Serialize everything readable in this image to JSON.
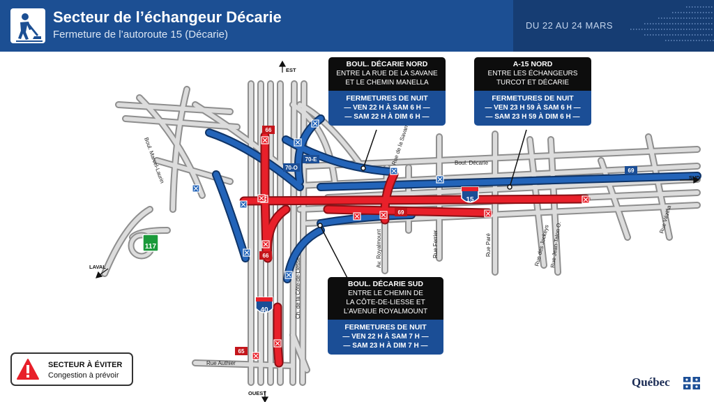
{
  "header": {
    "title": "Secteur de l’échangeur Décarie",
    "subtitle": "Fermeture de l’autoroute 15 (Décarie)",
    "date_range": "DU 22 AU 24 MARS"
  },
  "colors": {
    "header_blue": "#1c4f93",
    "closure_red": "#e8202a",
    "route_blue": "#1b4e96",
    "road_gray": "#c9c9c9"
  },
  "icons": [
    "road-worker-icon",
    "warning-triangle-icon",
    "quebec-flag-icon"
  ],
  "directions": {
    "north": "EST",
    "south": "OUEST",
    "east": "SUD",
    "west": "LAVAL"
  },
  "streets": {
    "marcel_laurin": "Boul. Marcel-Laurin",
    "decarie": "Boul. Décarie",
    "savane": "Rue de la Savane",
    "royalmount": "Av. Royalmount",
    "ferrier": "Rue Ferrier",
    "pare": "Rue Paré",
    "des_jockeys": "Rue des Jockeys",
    "jean_talon": "Rue Jean-Talon O.",
    "vezina": "Rue Vézina",
    "cote_de_liesse": "Ch. de la Côte-de-Liesse",
    "authier": "Rue Authier"
  },
  "route_shields": {
    "r117": "117",
    "a15": "15",
    "a40": "40",
    "exit_66": "66",
    "exit_69": "69",
    "exit_65": "65",
    "exit_70o": "70-O",
    "exit_70e": "70-E"
  },
  "callouts": {
    "decarie_nord": {
      "title": "BOUL. DÉCARIE NORD",
      "line1": "ENTRE LA RUE DE LA SAVANE",
      "line2": "ET LE CHEMIN MANELLA",
      "closure_title": "FERMETURES DE NUIT",
      "closure1": "— VEN 22 H À SAM 6 H —",
      "closure2": "— SAM 22 H À DIM 6 H —"
    },
    "a15_nord": {
      "title": "A-15 NORD",
      "line1": "ENTRE LES ÉCHANGEURS",
      "line2": "TURCOT ET DÉCARIE",
      "closure_title": "FERMETURES DE NUIT",
      "closure1": "— VEN 23 H 59 À SAM 6 H —",
      "closure2": "— SAM 23 H 59 À DIM 6 H —"
    },
    "decarie_sud": {
      "title": "BOUL. DÉCARIE SUD",
      "line1": "ENTRE LE CHEMIN DE",
      "line2": "LA CÔTE-DE-LIESSE ET",
      "line3": "L’AVENUE ROYALMOUNT",
      "closure_title": "FERMETURES DE NUIT",
      "closure1": "— VEN 22 H À SAM 7 H —",
      "closure2": "— SAM 23 H À DIM 7 H —"
    }
  },
  "legend": {
    "title": "SECTEUR À ÉVITER",
    "subtitle": "Congestion à prévoir"
  },
  "logo": {
    "text": "Québec"
  }
}
